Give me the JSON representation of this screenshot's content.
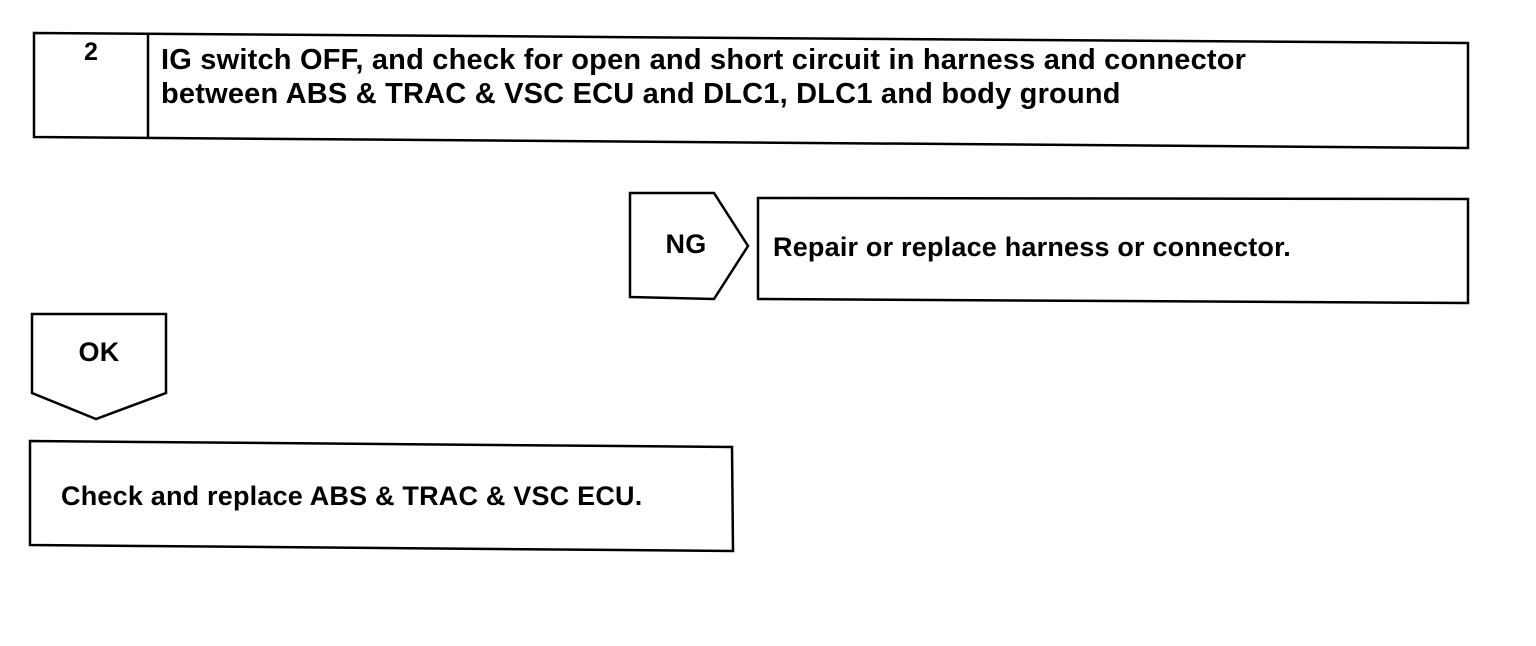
{
  "step": {
    "number": "2",
    "title_line1": "IG switch OFF, and check for open and short circuit in harness and connector",
    "title_line2": "between ABS & TRAC & VSC ECU and DLC1, DLC1 and body ground"
  },
  "ng_branch": {
    "label": "NG",
    "action": "Repair or replace harness or connector."
  },
  "ok_branch": {
    "label": "OK",
    "action": "Check and replace ABS & TRAC & VSC ECU."
  },
  "colors": {
    "line": "#000000",
    "background": "#ffffff"
  }
}
